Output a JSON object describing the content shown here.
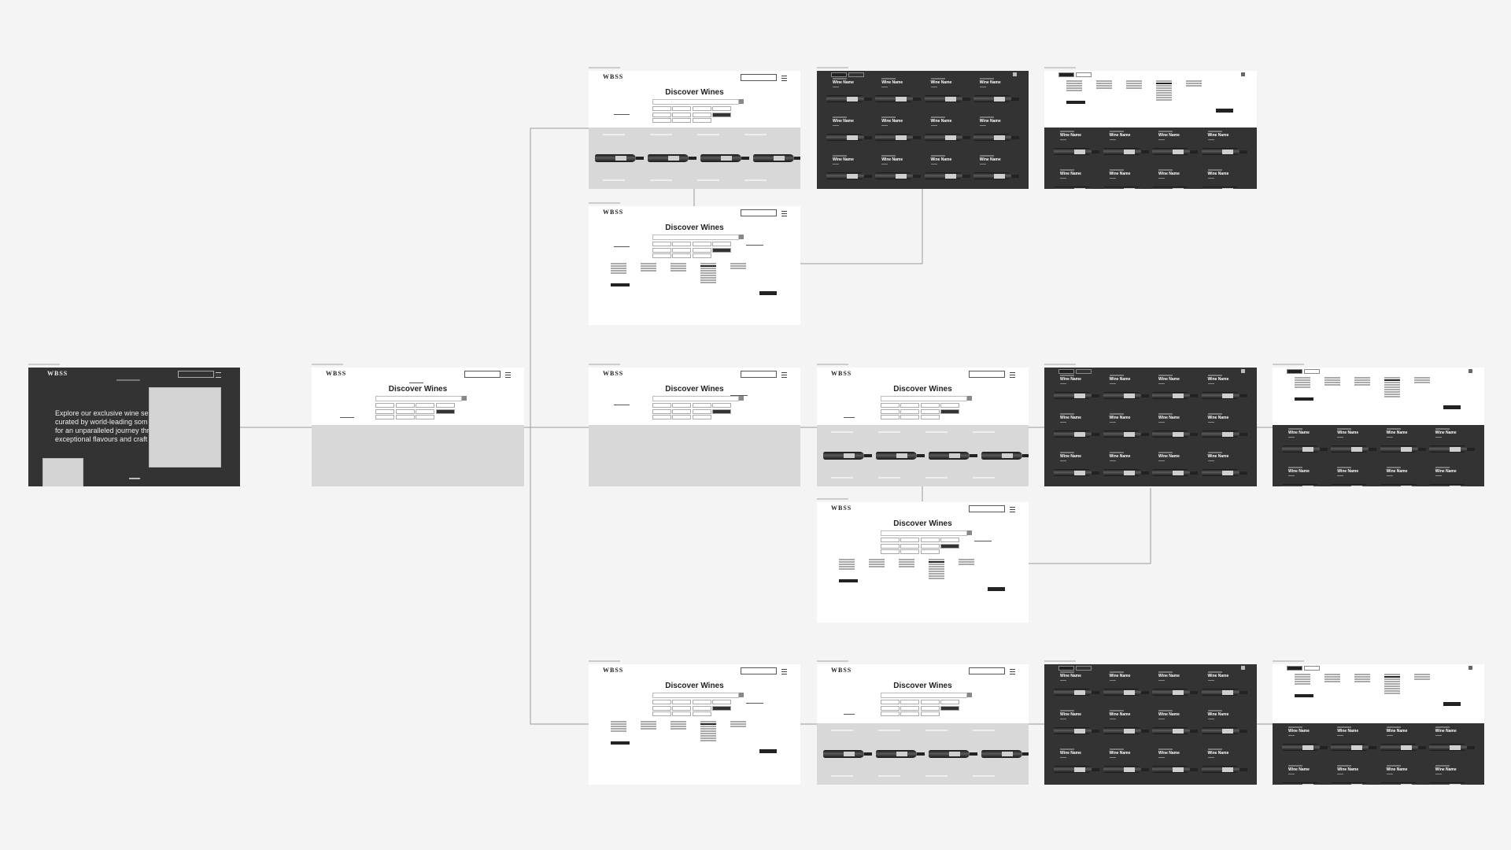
{
  "brand": {
    "logo": "WBSS"
  },
  "hero": {
    "text_lines": [
      "Explore our exclusive wine sel",
      "curated by world-leading som",
      "for an unparalleled journey thr",
      "exceptional flavours and craft"
    ]
  },
  "page": {
    "title": "Discover Wines"
  },
  "product": {
    "name": "Wine Name"
  },
  "colors": {
    "canvas_bg": "#f4f4f4",
    "frame_dark": "#333333",
    "frame_light": "#ffffff",
    "band_grey": "#d8d8d8",
    "connector": "#9a9a9a"
  }
}
